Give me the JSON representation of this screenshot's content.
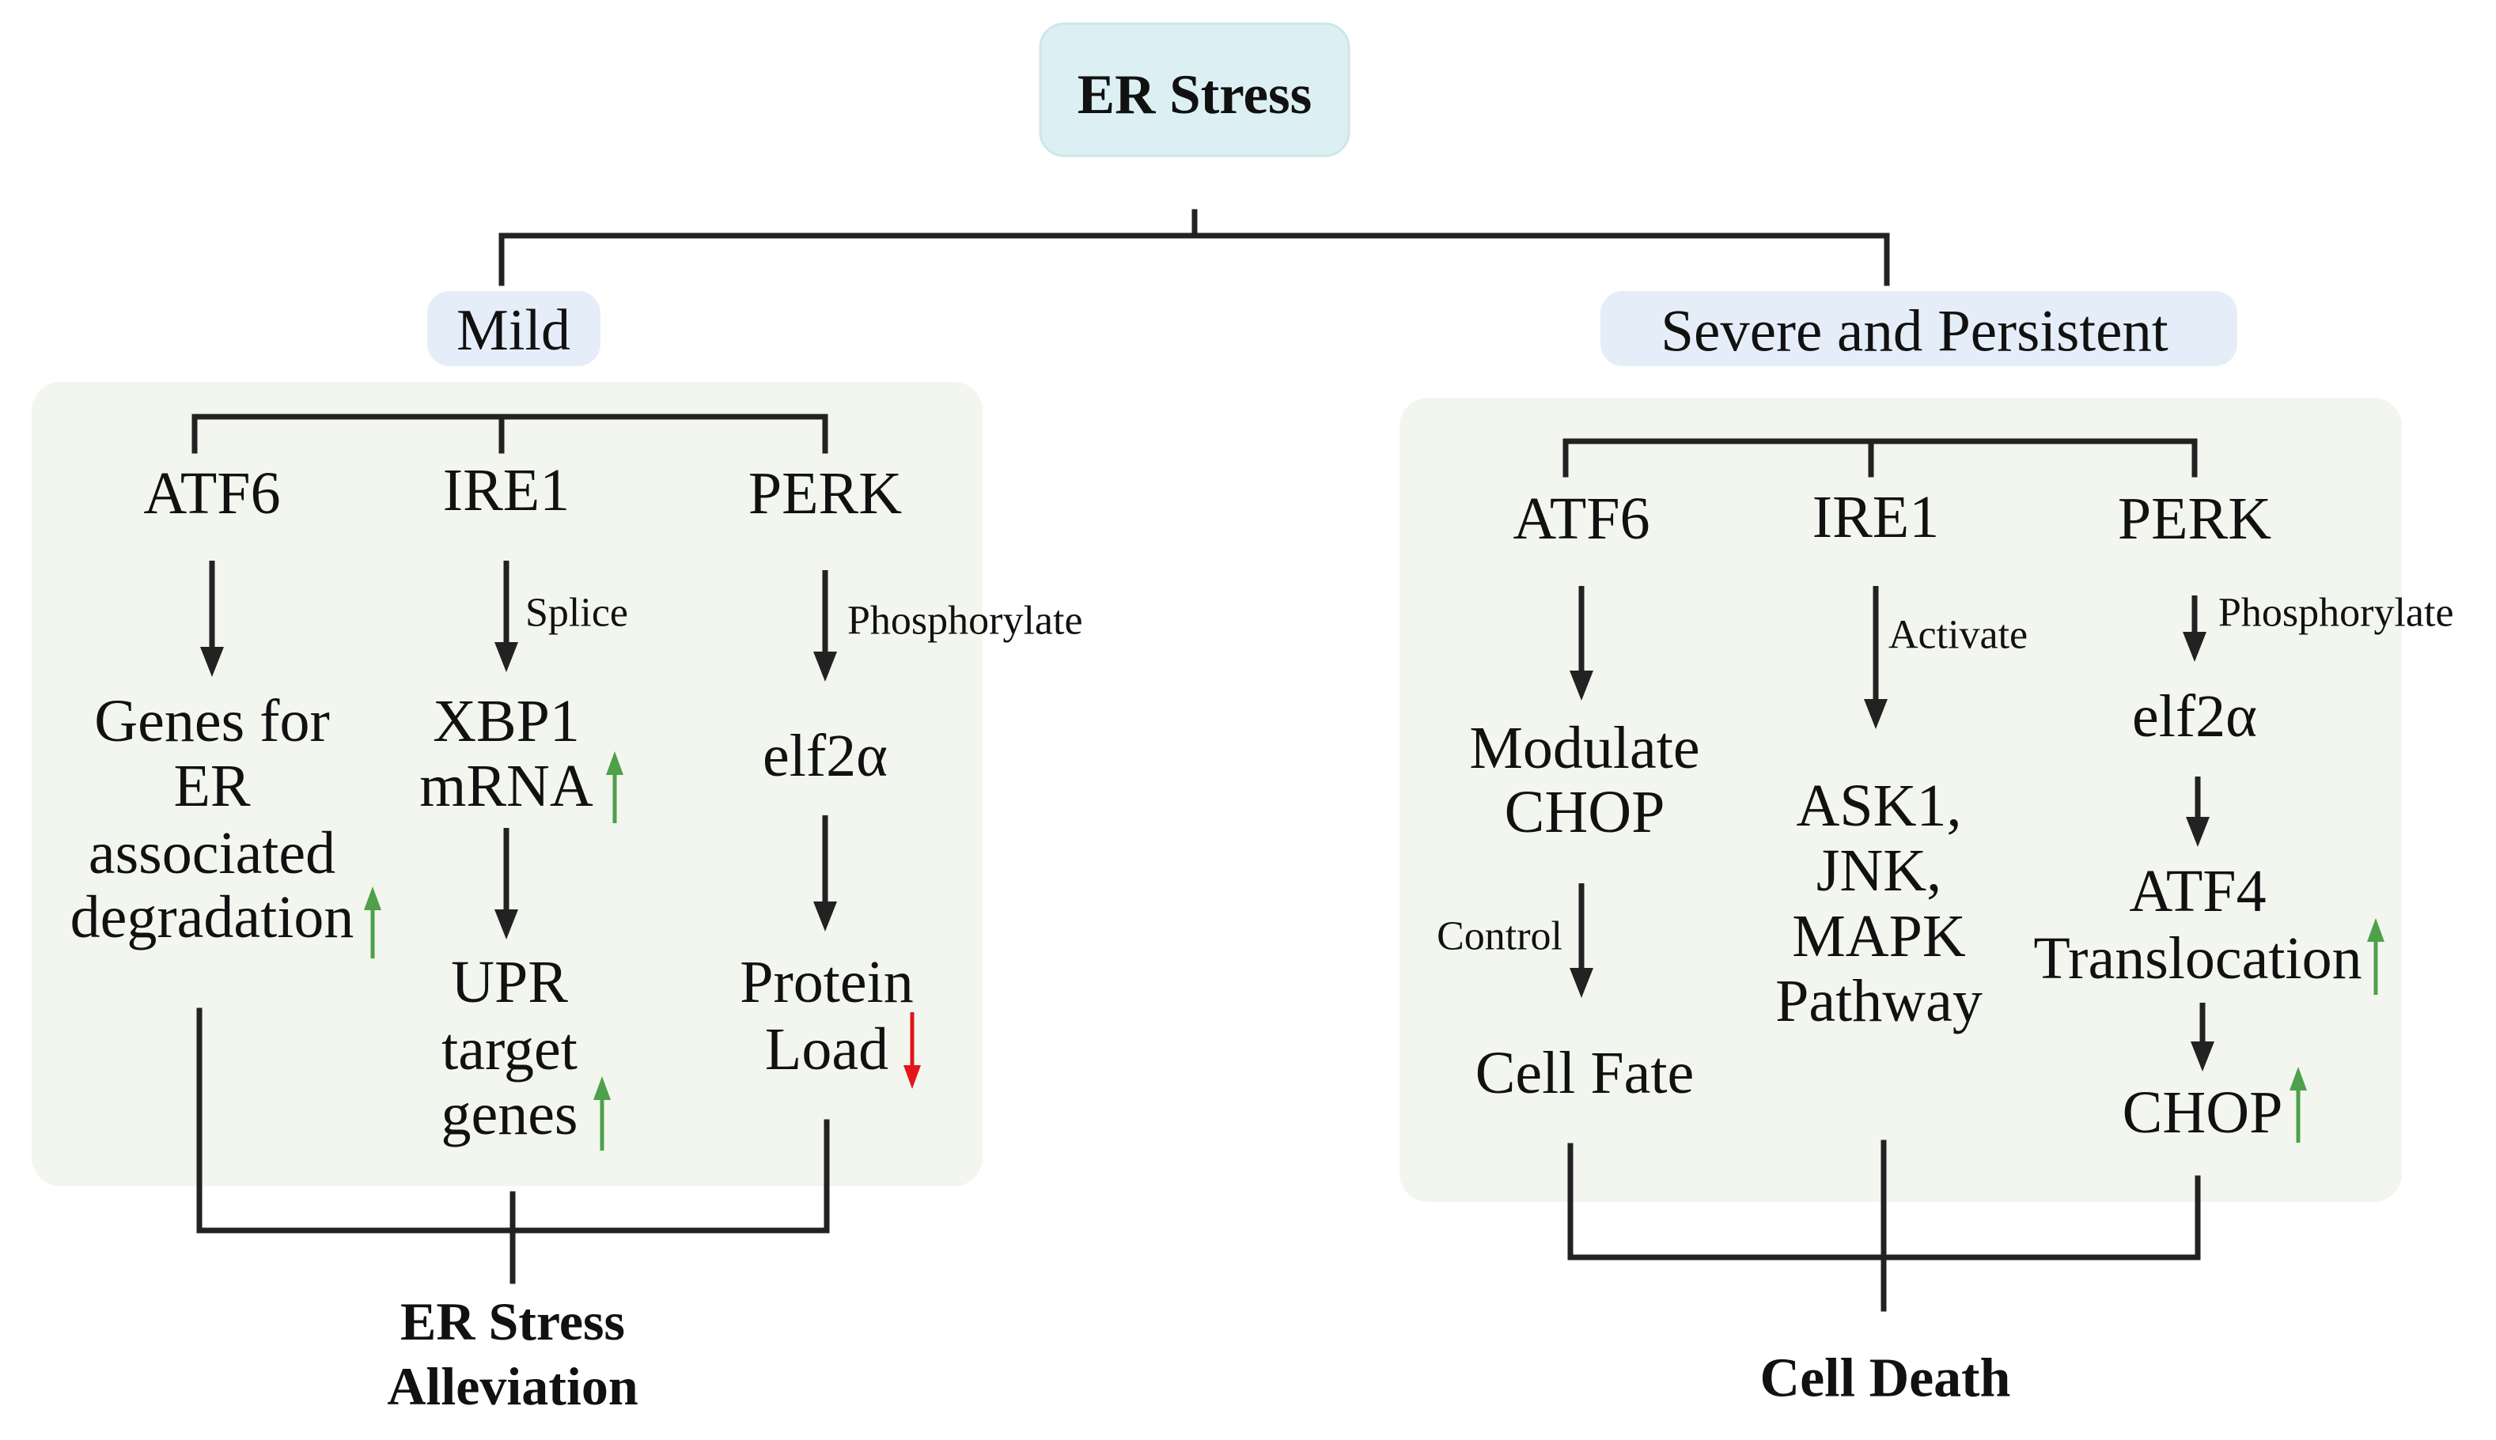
{
  "root": {
    "title": "ER Stress"
  },
  "mild": {
    "title": "Mild",
    "atf6": {
      "label": "ATF6",
      "outcome": [
        "Genes for",
        "ER",
        "associated",
        "degradation"
      ]
    },
    "ire1": {
      "label": "IRE1",
      "action": "Splice",
      "product": [
        "XBP1",
        "mRNA"
      ],
      "outcome": [
        "UPR",
        "target",
        "genes"
      ]
    },
    "perk": {
      "label": "PERK",
      "action": "Phosphorylate",
      "product": "elf2α",
      "outcome": [
        "Protein",
        "Load"
      ]
    },
    "result": [
      "ER Stress",
      "Alleviation"
    ]
  },
  "severe": {
    "title": "Severe and Persistent",
    "atf6": {
      "label": "ATF6",
      "product": [
        "Modulate",
        "CHOP"
      ],
      "action": "Control",
      "outcome": "Cell Fate"
    },
    "ire1": {
      "label": "IRE1",
      "action": "Activate",
      "outcome": [
        "ASK1,",
        "JNK,",
        "MAPK",
        "Pathway"
      ]
    },
    "perk": {
      "label": "PERK",
      "action": "Phosphorylate",
      "product": "elf2α",
      "step2": [
        "ATF4",
        "Translocation"
      ],
      "outcome": "CHOP"
    },
    "result": "Cell Death"
  },
  "colors": {
    "root_box": "#dcf0f4",
    "branch_box": "#e5eef8",
    "panel": "#f2f6ee",
    "increase": "#4ea04a",
    "decrease": "#e3151b"
  }
}
